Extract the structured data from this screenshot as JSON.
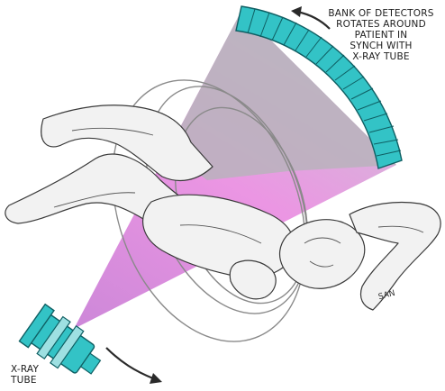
{
  "labels": {
    "detectors": [
      "BANK OF DETECTORS",
      "ROTATES AROUND",
      "PATIENT IN",
      "SYNCH WITH",
      "X-RAY TUBE"
    ],
    "tube": [
      "X-RAY",
      "TUBE"
    ],
    "signature": "SAN"
  },
  "colors": {
    "detector_fill": "#33c3c6",
    "detector_stroke": "#0f5f63",
    "beam_fill": "#e07ad8",
    "beam_overlap": "#b59ab8",
    "gantry_stroke": "#8a8a8a",
    "line_art": "#3a3a3a",
    "arrow": "#2a2a2a"
  },
  "icons": [
    "detector-bank-icon",
    "x-ray-tube-icon",
    "rotation-arrow-icon",
    "patient-figure-icon"
  ]
}
